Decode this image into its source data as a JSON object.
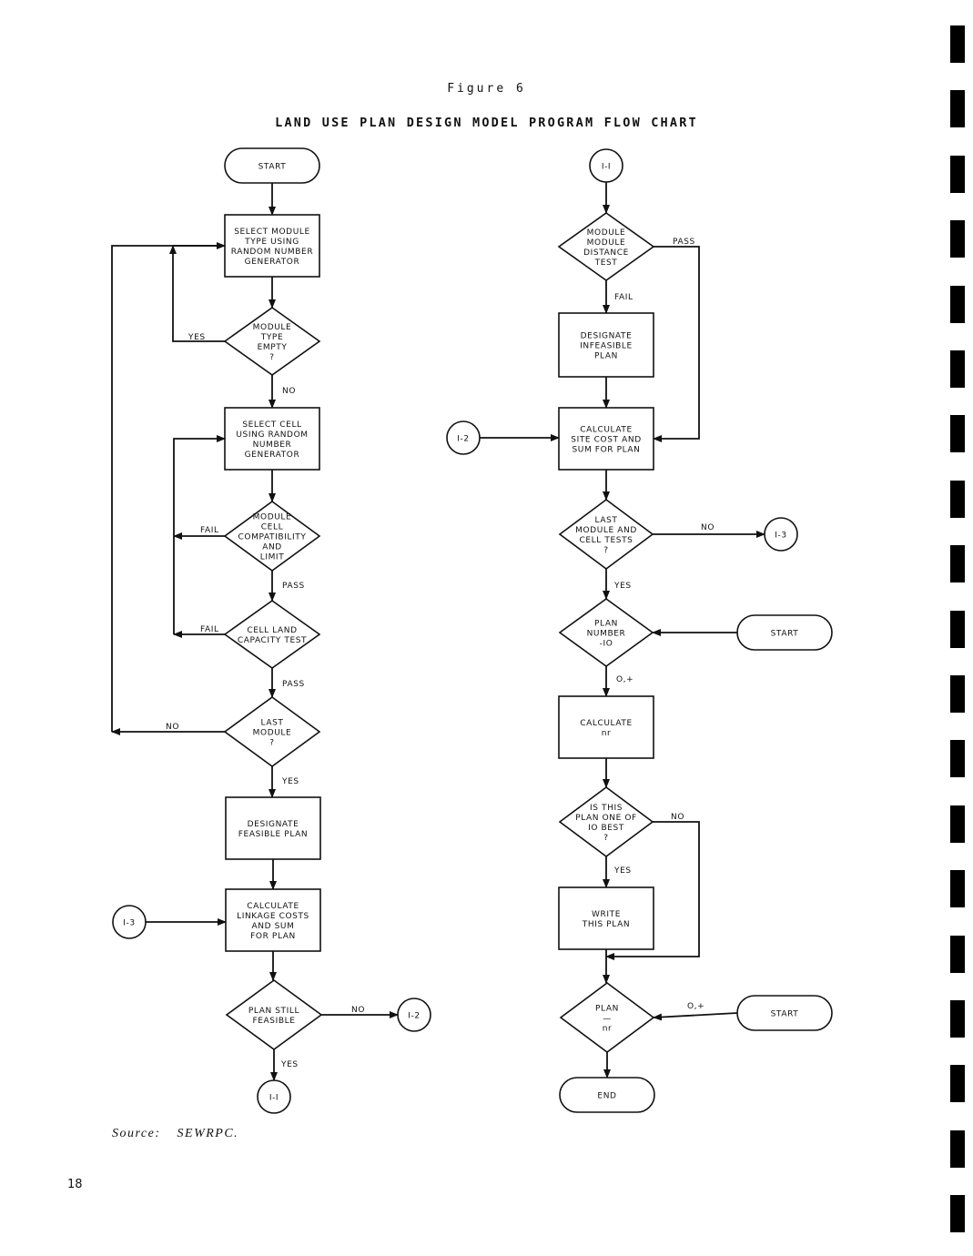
{
  "figure_number": "Figure 6",
  "figure_title": "LAND USE PLAN DESIGN MODEL PROGRAM FLOW CHART",
  "source_label": "Source:",
  "source_value": "SEWRPC.",
  "page_number": "18",
  "nodes": {
    "start_left": {
      "type": "terminal",
      "lines": [
        "START"
      ]
    },
    "select_module": {
      "type": "process",
      "lines": [
        "SELECT MODULE",
        "TYPE USING",
        "RANDOM NUMBER",
        "GENERATOR"
      ]
    },
    "module_type_empty": {
      "type": "decision",
      "lines": [
        "MODULE",
        "TYPE",
        "EMPTY",
        "?"
      ]
    },
    "select_cell": {
      "type": "process",
      "lines": [
        "SELECT CELL",
        "USING RANDOM",
        "NUMBER",
        "GENERATOR"
      ]
    },
    "compat_limit": {
      "type": "decision",
      "lines": [
        "MODULE",
        "CELL",
        "COMPATIBILITY",
        "AND",
        "LIMIT"
      ]
    },
    "land_capacity": {
      "type": "decision",
      "lines": [
        "CELL LAND",
        "CAPACITY TEST"
      ]
    },
    "last_module": {
      "type": "decision",
      "lines": [
        "LAST",
        "MODULE",
        "?"
      ]
    },
    "designate_feasible": {
      "type": "process",
      "lines": [
        "DESIGNATE",
        "FEASIBLE PLAN"
      ]
    },
    "calc_linkage": {
      "type": "process",
      "lines": [
        "CALCULATE",
        "LINKAGE COSTS",
        "AND SUM",
        "FOR PLAN"
      ]
    },
    "plan_still_feasible": {
      "type": "decision",
      "lines": [
        "PLAN STILL",
        "FEASIBLE"
      ]
    },
    "conn_l_1_3": {
      "type": "connector",
      "lines": [
        "I-3"
      ]
    },
    "conn_l_1_2": {
      "type": "connector",
      "lines": [
        "I-2"
      ]
    },
    "conn_l_1_1": {
      "type": "connector",
      "lines": [
        "I-I"
      ]
    },
    "conn_r_1_1": {
      "type": "connector",
      "lines": [
        "I-I"
      ]
    },
    "distance_test": {
      "type": "decision",
      "lines": [
        "MODULE",
        "MODULE",
        "DISTANCE",
        "TEST"
      ]
    },
    "designate_infeasible": {
      "type": "process",
      "lines": [
        "DESIGNATE",
        "INFEASIBLE",
        "PLAN"
      ]
    },
    "conn_r_1_2": {
      "type": "connector",
      "lines": [
        "I-2"
      ]
    },
    "calc_site_cost": {
      "type": "process",
      "lines": [
        "CALCULATE",
        "SITE COST AND",
        "SUM FOR PLAN"
      ]
    },
    "last_module_cell": {
      "type": "decision",
      "lines": [
        "LAST",
        "MODULE AND",
        "CELL TESTS",
        "?"
      ]
    },
    "conn_r_1_3": {
      "type": "connector",
      "lines": [
        "I-3"
      ]
    },
    "plan_number": {
      "type": "decision",
      "lines": [
        "PLAN",
        "NUMBER",
        "-IO"
      ]
    },
    "start_right_1": {
      "type": "terminal",
      "lines": [
        "START"
      ]
    },
    "calc_nr": {
      "type": "process",
      "lines": [
        "CALCULATE",
        "nr"
      ]
    },
    "ten_best": {
      "type": "decision",
      "lines": [
        "IS THIS",
        "PLAN ONE OF",
        "IO BEST",
        "?"
      ]
    },
    "write_plan": {
      "type": "process",
      "lines": [
        "WRITE",
        "THIS PLAN"
      ]
    },
    "plan_nr": {
      "type": "decision",
      "lines": [
        "PLAN",
        "—",
        "nr"
      ]
    },
    "start_right_2": {
      "type": "terminal",
      "lines": [
        "START"
      ]
    },
    "end": {
      "type": "terminal",
      "lines": [
        "END"
      ]
    }
  },
  "edge_labels": {
    "yes_empty": "YES",
    "no_empty": "NO",
    "fail_compat": "FAIL",
    "pass_compat": "PASS",
    "fail_capacity": "FAIL",
    "pass_capacity": "PASS",
    "no_last": "NO",
    "yes_last": "YES",
    "no_feasible": "NO",
    "yes_feasible": "YES",
    "pass_distance": "PASS",
    "fail_distance": "FAIL",
    "no_last_cell": "NO",
    "yes_last_cell": "YES",
    "zero_plus_plan_number": "O,+",
    "no_ten_best": "NO",
    "yes_ten_best": "YES",
    "zero_plus_plan_nr": "O,+"
  },
  "binding_marks": 19
}
